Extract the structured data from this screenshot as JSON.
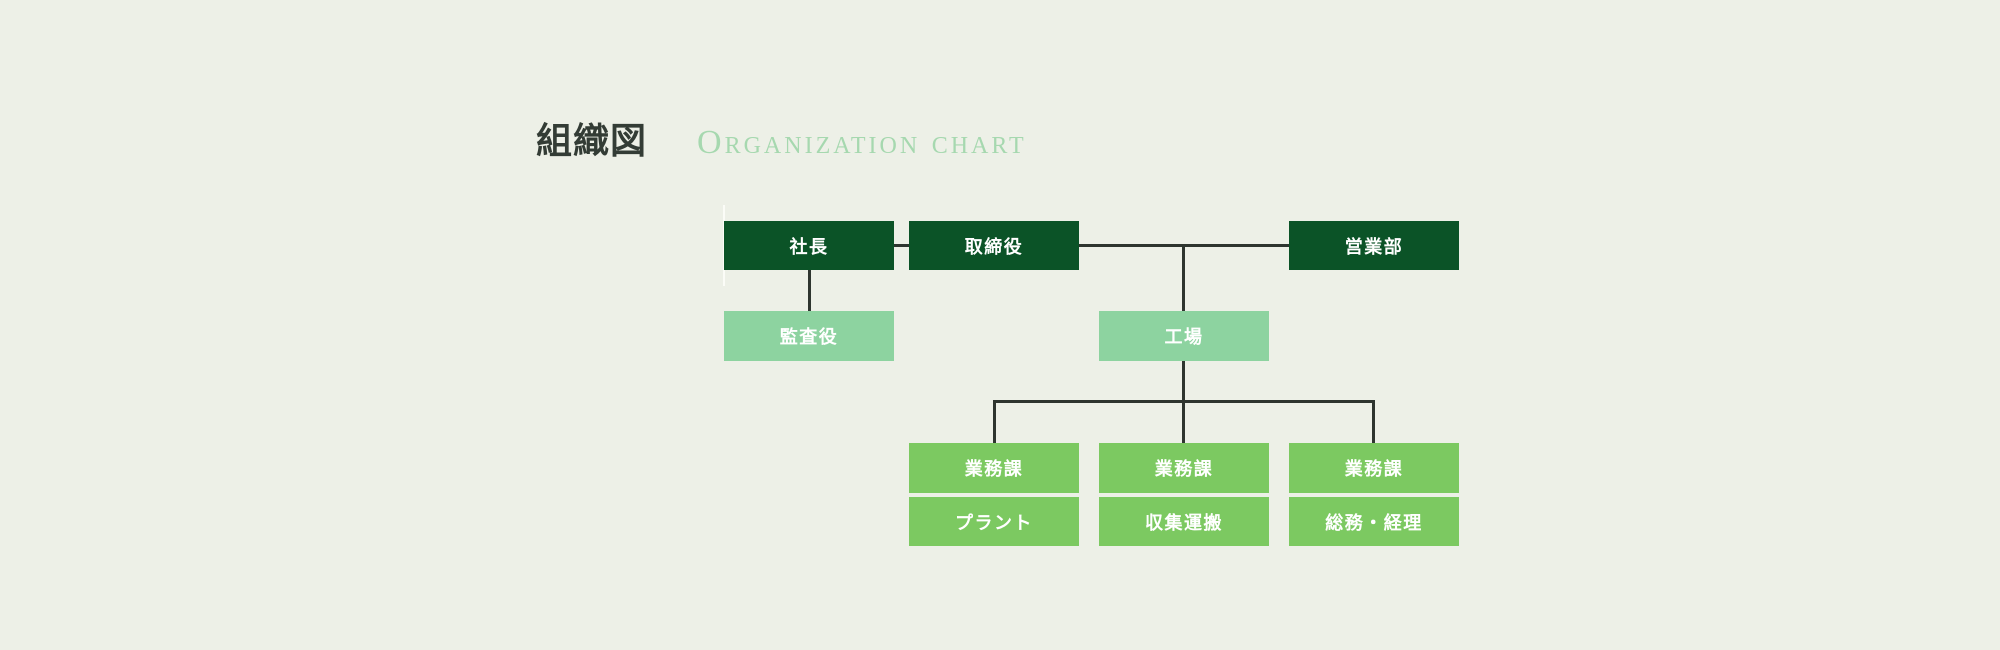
{
  "header": {
    "title_ja": "組織図",
    "title_en": "Organization chart"
  },
  "org_chart": {
    "nodes": [
      {
        "id": "president",
        "label": "社長",
        "tier": "executive"
      },
      {
        "id": "director",
        "label": "取締役",
        "tier": "executive"
      },
      {
        "id": "sales-dept",
        "label": "営業部",
        "tier": "executive"
      },
      {
        "id": "auditor",
        "label": "監査役",
        "tier": "secondary"
      },
      {
        "id": "factory",
        "label": "工場",
        "tier": "secondary"
      },
      {
        "id": "operations-1",
        "label": "業務課",
        "tier": "section"
      },
      {
        "id": "operations-2",
        "label": "業務課",
        "tier": "section"
      },
      {
        "id": "operations-3",
        "label": "業務課",
        "tier": "section"
      },
      {
        "id": "plant",
        "label": "プラント",
        "tier": "section"
      },
      {
        "id": "collection",
        "label": "収集運搬",
        "tier": "section"
      },
      {
        "id": "general-affairs",
        "label": "総務・経理",
        "tier": "section"
      }
    ],
    "edges": [
      {
        "from": "president",
        "to": "director"
      },
      {
        "from": "director",
        "to": "sales-dept"
      },
      {
        "from": "president",
        "to": "auditor"
      },
      {
        "from": "director",
        "to": "factory"
      },
      {
        "from": "factory",
        "to": "operations-1"
      },
      {
        "from": "factory",
        "to": "operations-2"
      },
      {
        "from": "factory",
        "to": "operations-3"
      },
      {
        "from": "operations-1",
        "to": "plant"
      },
      {
        "from": "operations-2",
        "to": "collection"
      },
      {
        "from": "operations-3",
        "to": "general-affairs"
      }
    ]
  },
  "colors": {
    "background": "#edf0e7",
    "box_dark_green": "#0b5327",
    "box_light_green": "#8dd3a0",
    "box_mid_green": "#7cc961",
    "connector": "#2e352f",
    "title_text": "#333c35",
    "subtitle_text": "#a6d8af",
    "box_text": "#ffffff",
    "accent_line": "#fbfcf7"
  }
}
